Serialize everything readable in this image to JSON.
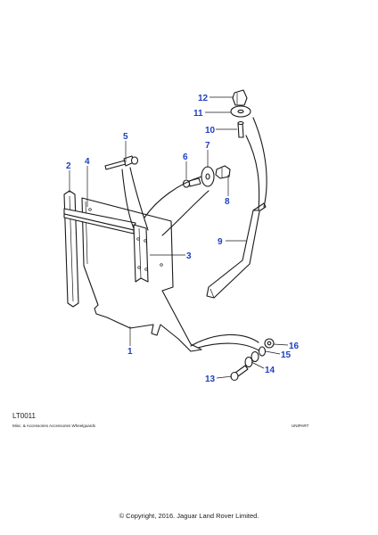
{
  "diagram": {
    "ref_code": "LT0011",
    "caption": "Misc. & Accessories Accessories Wheelguards",
    "brand": "UNIPART",
    "copyright": "© Copyright, 2016. Jaguar Land Rover Limited.",
    "callout_color": "#1f3fbf",
    "callouts": {
      "c1": "1",
      "c2": "2",
      "c3": "3",
      "c4": "4",
      "c5": "5",
      "c6": "6",
      "c7": "7",
      "c8": "8",
      "c9": "9",
      "c10": "10",
      "c11": "11",
      "c12": "12",
      "c13": "13",
      "c14": "14",
      "c15": "15",
      "c16": "16"
    }
  }
}
